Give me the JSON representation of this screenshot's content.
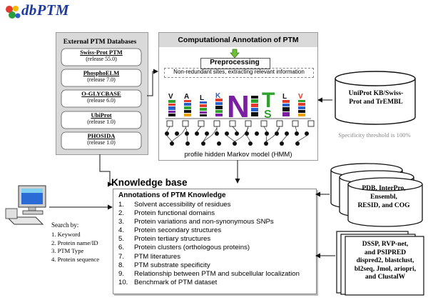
{
  "logo": {
    "text": "dbPTM"
  },
  "external": {
    "title": "External PTM Databases",
    "databases": [
      {
        "name": "Swiss-Prot  PTM",
        "release": "(release 55.0)"
      },
      {
        "name": "PhosphoELM",
        "release": "(release 7.0)"
      },
      {
        "name": "O-GLYCBASE",
        "release": "(release 6.0)"
      },
      {
        "name": "UbiProt",
        "release": "(release 1.0)"
      },
      {
        "name": "PHOSIDA",
        "release": "(release 1.0)"
      }
    ]
  },
  "computational": {
    "title": "Computational Annotation of PTM",
    "preprocessing_title": "Preprocessing",
    "preprocessing_text": "Non-redundant sites, extracting relevant information",
    "hmm_label": "profile hidden Markov model (HMM)"
  },
  "uniprot": {
    "label_line1": "UniProt KB/Swiss-",
    "label_line2": "Prot and TrEMBL",
    "threshold": "Specificity threshold is 100%"
  },
  "knowledge_base": {
    "title": "Knowledge base",
    "box_title": "Annotations of PTM Knowledge",
    "items": [
      {
        "num": "1.",
        "text": "Solvent accessibility of residues"
      },
      {
        "num": "2.",
        "text": "Protein functional domains"
      },
      {
        "num": "3.",
        "text": "Protein variations and non-synonymous SNPs"
      },
      {
        "num": "4.",
        "text": "Protein secondary structures"
      },
      {
        "num": "5.",
        "text": "Protein tertiary structures"
      },
      {
        "num": "6.",
        "text": "Protein clusters (orthologous proteins)"
      },
      {
        "num": "7.",
        "text": "PTM literatures"
      },
      {
        "num": "8.",
        "text": "PTM substrate specificity"
      },
      {
        "num": "9.",
        "text": "Relationship between PTM and subcellular localization"
      },
      {
        "num": "10.",
        "text": "Benchmark of PTM dataset"
      }
    ]
  },
  "search": {
    "title": "Search by:",
    "items": [
      "1. Keyword",
      "2. Protein name/ID",
      "3. PTM Type",
      "4. Protein sequence"
    ]
  },
  "right_db": {
    "line1": "PDB, InterPro,",
    "line2": "Ensembl,",
    "line3": "RESID, and COG"
  },
  "tools": {
    "line1": "DSSP, RVP-net,",
    "line2": "and PSIPRED",
    "line3": "dispred2, blastclust,",
    "line4": "bl2seq, Jmol, ariopri,",
    "line5": "and ClustalW"
  },
  "logo_letters": [
    "V",
    "A",
    "L",
    "K",
    "N",
    "S",
    "T",
    "L",
    "V"
  ],
  "colors": {
    "logo_blue": "#1e3a9b",
    "hmm_state": "#111111",
    "N_letter": "#7a1fa2",
    "T_letter": "#2fa12f",
    "arrow_green": "#6fbf3a"
  }
}
